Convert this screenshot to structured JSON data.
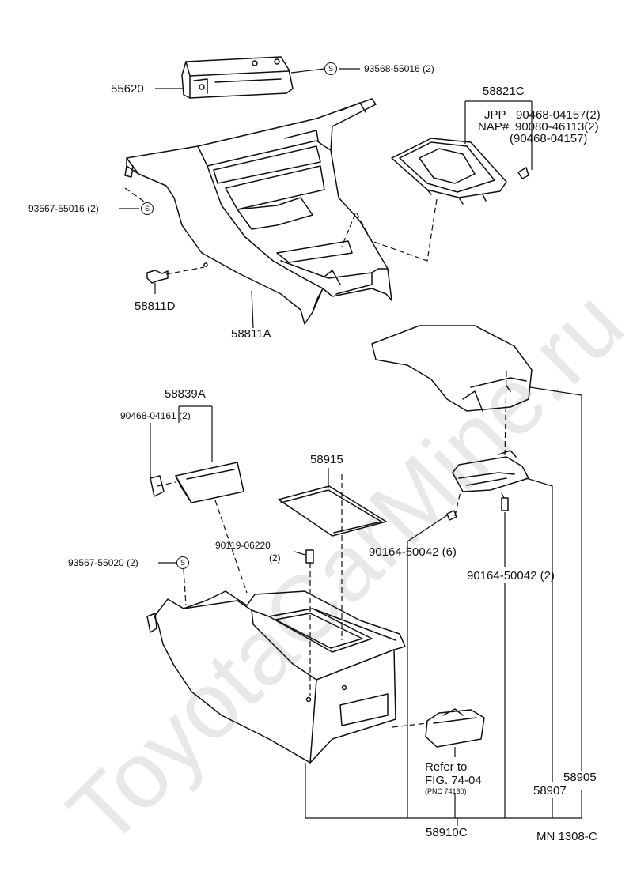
{
  "watermark": "ToyotaCarMine.ru",
  "labels": {
    "p55620": "55620",
    "bolt_93568": "93568-55016 (2)",
    "p58821C": "58821C",
    "jpp": "JPP",
    "nap": "NAP#",
    "pn_90468_04157": "90468-04157(2)",
    "pn_90080": "90080-46113(2)",
    "pn_90468_alt": "(90468-04157)",
    "bolt_93567_55016": "93567-55016 (2)",
    "p58811D": "58811D",
    "p58811A": "58811A",
    "p58839A": "58839A",
    "pn_90468_04161": "90468-04161 (2)",
    "p58915": "58915",
    "pn_90119": "90119-06220",
    "pn_90119_qty": "(2)",
    "bolt_93567_55020": "93567-55020 (2)",
    "pn_90164_a": "90164-50042 (6)",
    "pn_90164_b": "90164-50042 (2)",
    "refer_1": "Refer to",
    "refer_2": "FIG. 74-04",
    "refer_3": "(PNC 74130)",
    "p58905": "58905",
    "p58907": "58907",
    "p58910C": "58910C",
    "fig_id": "MN 1308-C",
    "s_symbol": "S"
  }
}
